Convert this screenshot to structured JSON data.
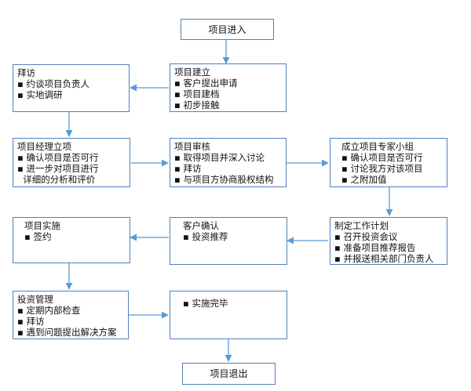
{
  "colors": {
    "border": "#4f81bd",
    "arrow": "#5b9bd5",
    "text": "#111111"
  },
  "nodes": {
    "entry": {
      "title": "项目进入"
    },
    "setup": {
      "title": "项目建立",
      "lines": [
        "▪ 客户提出申请",
        "▪ 项目建档",
        "▪ 初步接触"
      ]
    },
    "visit": {
      "title": "拜访",
      "lines": [
        "▪ 约谈项目负责人",
        "▪ 实地调研"
      ]
    },
    "manager": {
      "title": "项目经理立项",
      "lines": [
        "▪ 确认项目是否可行",
        "▪ 进一步对项目进行",
        "  详细的分析和评价"
      ]
    },
    "review": {
      "title": "项目审核",
      "lines": [
        "▪ 取得项目并深入讨论",
        "▪ 拜访",
        "▪ 与项目方协商股权结构"
      ]
    },
    "team": {
      "title": "成立项目专家小组",
      "lines": [
        "▪ 确认项目是否可行",
        "▪ 讨论我方对该项目",
        "▪ 之附加值"
      ]
    },
    "plan": {
      "title": "制定工作计划",
      "lines": [
        "▪ 召开投资会议",
        "▪ 准备项目推荐报告",
        "▪ 并报送相关部门负责人"
      ]
    },
    "confirm": {
      "title": "客户确认",
      "lines": [
        "▪ 投资推荐"
      ]
    },
    "implement": {
      "title": "项目实施",
      "lines": [
        "▪ 签约"
      ]
    },
    "invest": {
      "title": "投资管理",
      "lines": [
        "▪ 定期内部检查",
        "▪ 拜访",
        "▪ 遇到问题提出解决方案"
      ]
    },
    "done": {
      "title": "",
      "lines": [
        "▪ 实施完毕"
      ]
    },
    "exit": {
      "title": "项目退出"
    }
  }
}
